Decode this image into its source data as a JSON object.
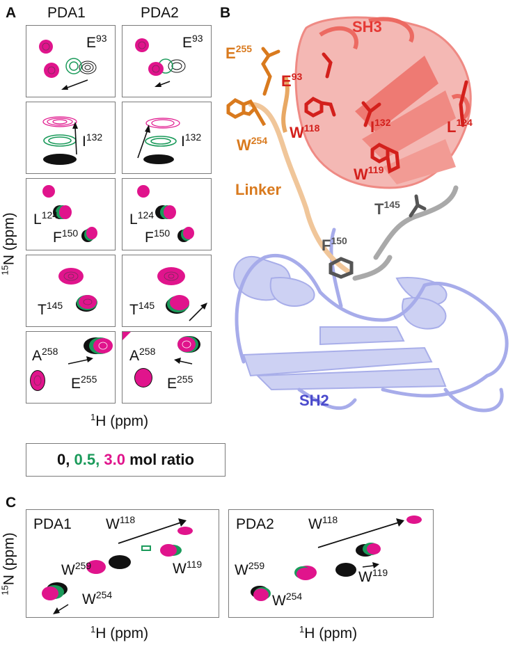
{
  "panels": {
    "a": "A",
    "b": "B",
    "c": "C"
  },
  "columns": [
    "PDA1",
    "PDA2"
  ],
  "axes": {
    "y_sup": "15",
    "y_text": "N (ppm)",
    "x_sup": "1",
    "x_text": "H (ppm)"
  },
  "residues": {
    "e93": {
      "base": "E",
      "num": "93"
    },
    "i132": {
      "base": "I",
      "num": "132"
    },
    "l124": {
      "base": "L",
      "num": "124"
    },
    "f150": {
      "base": "F",
      "num": "150"
    },
    "t145": {
      "base": "T",
      "num": "145"
    },
    "a258": {
      "base": "A",
      "num": "258"
    },
    "e255": {
      "base": "E",
      "num": "255"
    },
    "w118": {
      "base": "W",
      "num": "118"
    },
    "w119": {
      "base": "W",
      "num": "119"
    },
    "w259": {
      "base": "W",
      "num": "259"
    },
    "w254": {
      "base": "W",
      "num": "254"
    }
  },
  "legend": {
    "r0": "0,",
    "r1": "0.5,",
    "r2": "3.0",
    "suffix": "mol ratio"
  },
  "structure_labels": {
    "sh3": "SH3",
    "sh2": "SH2",
    "linker": "Linker",
    "e255": {
      "base": "E",
      "num": "255"
    },
    "w254": {
      "base": "W",
      "num": "254"
    },
    "e93": {
      "base": "E",
      "num": "93"
    },
    "w118": {
      "base": "W",
      "num": "118"
    },
    "i132": {
      "base": "I",
      "num": "132"
    },
    "l124": {
      "base": "L",
      "num": "124"
    },
    "w119": {
      "base": "W",
      "num": "119"
    },
    "t145": {
      "base": "T",
      "num": "145"
    },
    "f150": {
      "base": "F",
      "num": "150"
    }
  },
  "colors": {
    "ratio_0": "#111111",
    "ratio_0_5": "#1a9a5a",
    "ratio_3_0": "#e0148c",
    "sh3": "#e53935",
    "sh2": "#9aa0e6",
    "linker": "#d97a1e",
    "hinge": "#8c8c8c"
  }
}
